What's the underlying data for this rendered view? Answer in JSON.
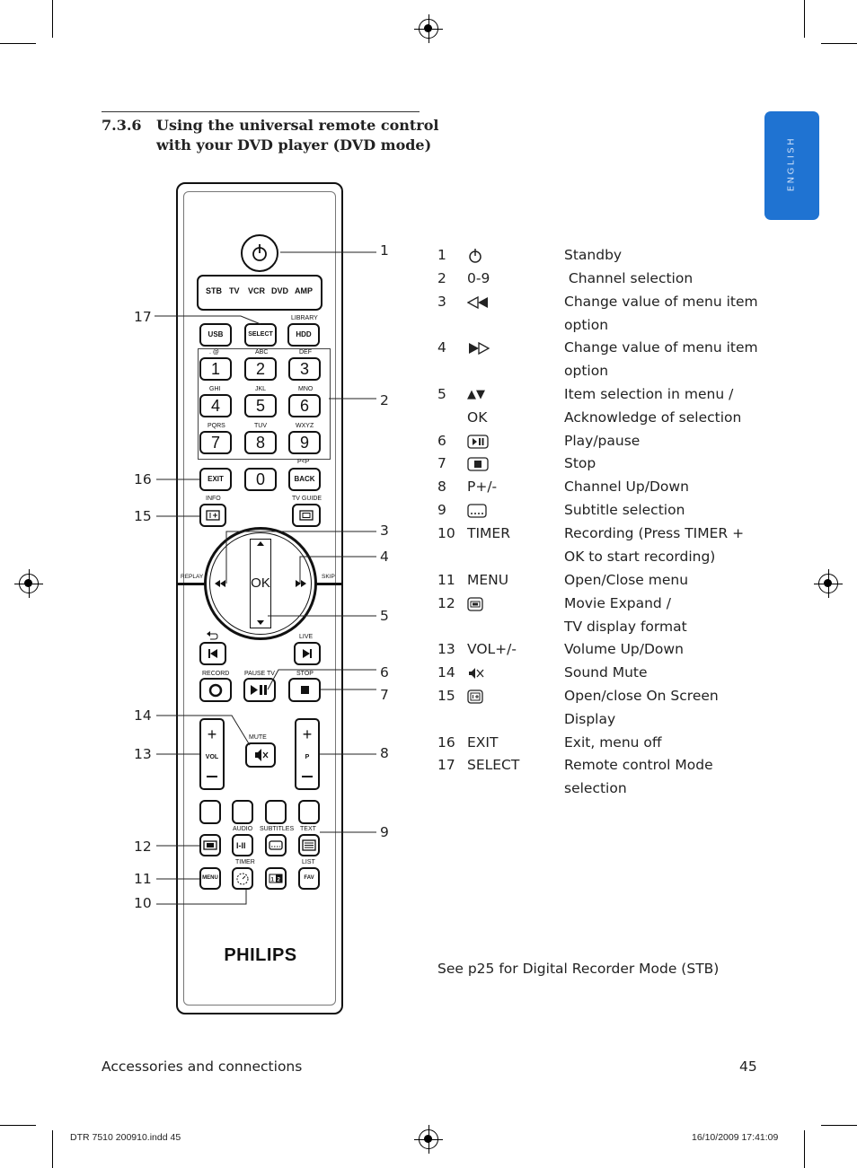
{
  "section": {
    "number": "7.3.6",
    "title_line1": "Using the universal remote control",
    "title_line2": "with your DVD player (DVD mode)"
  },
  "language_tab": "ENGLISH",
  "remote": {
    "mode_buttons": [
      "STB",
      "TV",
      "VCR",
      "DVD",
      "AMP"
    ],
    "usb": "USB",
    "select": "SELECT",
    "hdd": "HDD",
    "library": "LIBRARY",
    "keys": [
      {
        "digit": "1",
        "letters": ". @"
      },
      {
        "digit": "2",
        "letters": "ABC"
      },
      {
        "digit": "3",
        "letters": "DEF"
      },
      {
        "digit": "4",
        "letters": "GHI"
      },
      {
        "digit": "5",
        "letters": "JKL"
      },
      {
        "digit": "6",
        "letters": "MNO"
      },
      {
        "digit": "7",
        "letters": "PQRS"
      },
      {
        "digit": "8",
        "letters": "TUV"
      },
      {
        "digit": "9",
        "letters": "WXYZ"
      }
    ],
    "zero": "0",
    "exit": "EXIT",
    "back": "BACK",
    "pcp": "P<P",
    "info": "INFO",
    "tv_guide": "TV GUIDE",
    "ok": "OK",
    "replay": "REPLAY",
    "skip": "SKIP",
    "live": "LIVE",
    "record": "RECORD",
    "pause_tv": "PAUSE TV",
    "stop": "STOP",
    "mute": "MUTE",
    "vol": "VOL",
    "p": "P",
    "audio": "AUDIO",
    "subtitles": "SUBTITLES",
    "text": "TEXT",
    "menu": "MENU",
    "timer": "TIMER",
    "list": "LIST",
    "fav": "FAV",
    "brand": "PHILIPS"
  },
  "callouts": [
    "1",
    "2",
    "3",
    "4",
    "5",
    "6",
    "7",
    "8",
    "9",
    "10",
    "11",
    "12",
    "13",
    "14",
    "15",
    "16",
    "17"
  ],
  "legend": [
    {
      "num": "1",
      "key": "",
      "icon": "power-icon",
      "desc": [
        "Standby"
      ]
    },
    {
      "num": "2",
      "key": "0-9",
      "icon": "",
      "desc": [
        " Channel selection"
      ]
    },
    {
      "num": "3",
      "key": "",
      "icon": "left-arrow-icon",
      "desc": [
        "Change value of menu item",
        "option"
      ]
    },
    {
      "num": "4",
      "key": "",
      "icon": "right-arrow-icon",
      "desc": [
        "Change value of menu item",
        "option"
      ]
    },
    {
      "num": "5",
      "key": "▲▼",
      "icon": "",
      "desc": [
        "Item selection in menu /"
      ]
    },
    {
      "num": "",
      "key": "OK",
      "icon": "",
      "desc": [
        "Acknowledge of selection"
      ]
    },
    {
      "num": "6",
      "key": "",
      "icon": "play-pause-icon",
      "desc": [
        "Play/pause"
      ]
    },
    {
      "num": "7",
      "key": "",
      "icon": "stop-icon",
      "desc": [
        "Stop"
      ]
    },
    {
      "num": "8",
      "key": "P+/-",
      "icon": "",
      "desc": [
        "Channel Up/Down"
      ]
    },
    {
      "num": "9",
      "key": "",
      "icon": "subtitle-icon",
      "desc": [
        "Subtitle selection"
      ]
    },
    {
      "num": "10",
      "key": "TIMER",
      "icon": "",
      "desc": [
        "Recording (Press TIMER +",
        "OK to start recording)"
      ]
    },
    {
      "num": "11",
      "key": "MENU",
      "icon": "",
      "desc": [
        "Open/Close menu"
      ]
    },
    {
      "num": "12",
      "key": "",
      "icon": "movie-expand-icon",
      "desc": [
        "Movie Expand /",
        "TV display format"
      ]
    },
    {
      "num": "13",
      "key": "VOL+/-",
      "icon": "",
      "desc": [
        "Volume Up/Down"
      ]
    },
    {
      "num": "14",
      "key": "",
      "icon": "mute-icon",
      "desc": [
        "Sound Mute"
      ]
    },
    {
      "num": "15",
      "key": "",
      "icon": "info-icon",
      "desc": [
        "Open/close On Screen",
        "Display"
      ]
    },
    {
      "num": "16",
      "key": "EXIT",
      "icon": "",
      "desc": [
        "Exit, menu off"
      ]
    },
    {
      "num": "17",
      "key": "SELECT",
      "icon": "",
      "desc": [
        "Remote control Mode",
        "selection"
      ]
    }
  ],
  "see_note": "See p25 for Digital Recorder Mode (STB)",
  "footer": {
    "left": "Accessories and connections",
    "page": "45"
  },
  "slug": {
    "left": "DTR 7510 200910.indd   45",
    "right": "16/10/2009   17:41:09"
  }
}
